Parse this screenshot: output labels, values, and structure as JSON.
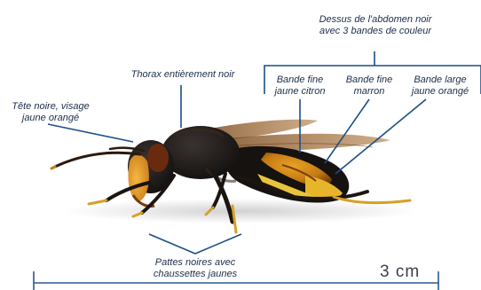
{
  "labels": {
    "abdomen_top": [
      "Dessus de l'abdomen noir",
      "avec 3 bandes de couleur"
    ],
    "thorax": "Thorax entièrement noir",
    "band_citron": [
      "Bande fine",
      "jaune citron"
    ],
    "band_marron": [
      "Bande fine",
      "marron"
    ],
    "band_large": [
      "Bande large",
      "jaune orangé"
    ],
    "head": [
      "Tête noire, visage",
      "jaune orangé"
    ],
    "legs": [
      "Pattes noires avec",
      "chaussettes jaunes"
    ]
  },
  "scale": {
    "label": "3 cm"
  },
  "colors": {
    "line": "#1c4f86",
    "text": "#1c2f4a",
    "scale_bar": "#2a5a8c"
  }
}
